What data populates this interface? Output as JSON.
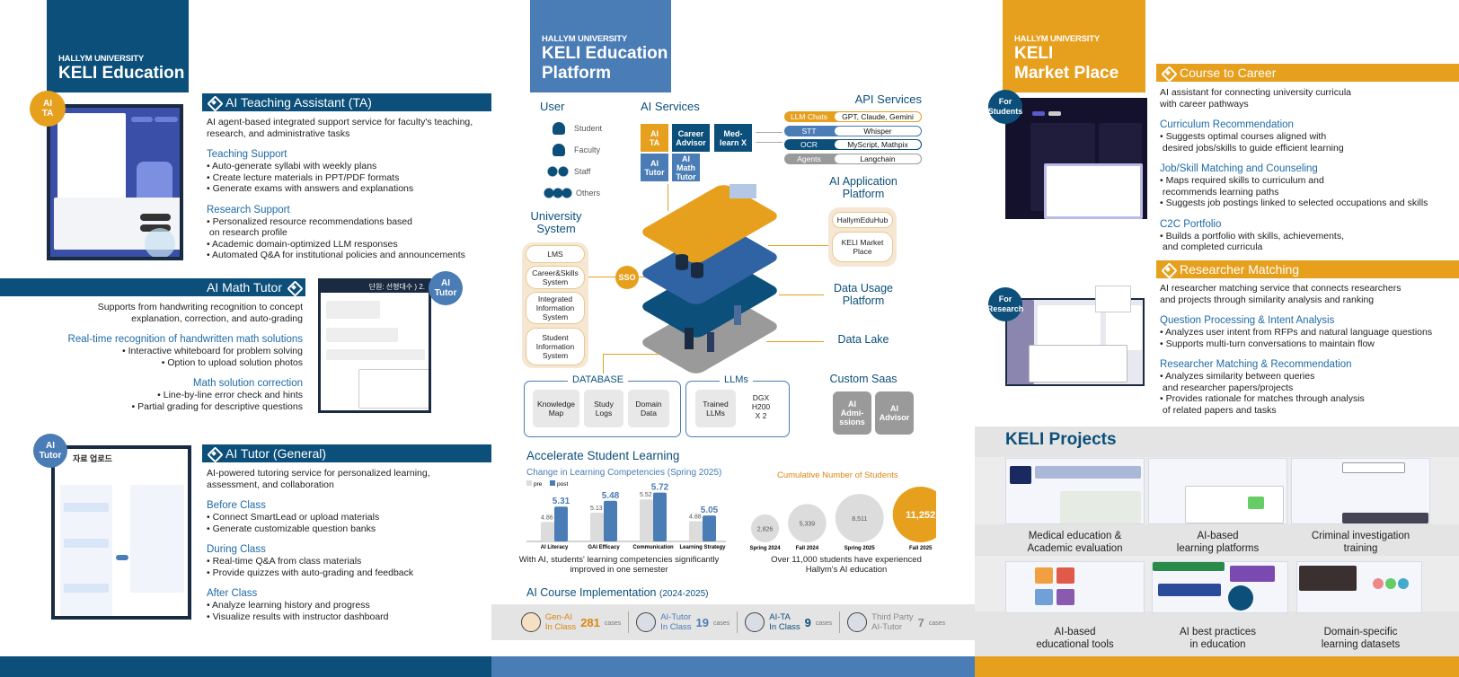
{
  "left": {
    "header": {
      "university": "HALLYM UNIVERSITY",
      "title": "KELI Education"
    },
    "ta": {
      "badge": "AI\nTA",
      "title": "AI Teaching Assistant (TA)",
      "desc": [
        "AI agent-based integrated support service for faculty's teaching,",
        "research, and administrative tasks"
      ],
      "groups": [
        {
          "heading": "Teaching Support",
          "items": [
            "Auto-generate syllabi with weekly plans",
            "Create lecture materials in PPT/PDF formats",
            "Generate exams with answers and explanations"
          ]
        },
        {
          "heading": "Research Support",
          "items": [
            "Personalized resource recommendations based\n on research profile",
            "Academic domain-optimized LLM responses",
            "Automated Q&A for institutional policies and announcements"
          ]
        }
      ]
    },
    "math": {
      "badge": "AI\nTutor",
      "title": "AI Math Tutor",
      "desc": [
        "Supports from handwriting recognition to concept",
        "explanation, correction, and auto-grading"
      ],
      "groups": [
        {
          "heading": "Real-time recognition of handwritten math solutions",
          "items": [
            "Interactive whiteboard for problem solving",
            "Option to upload solution photos"
          ]
        },
        {
          "heading": "Math solution correction",
          "items": [
            "Line-by-line error check and hints",
            "Partial grading for descriptive questions"
          ]
        }
      ],
      "screenshot_title": "단원: 선형대수 ) 2."
    },
    "tutor": {
      "badge": "AI\nTutor",
      "title": "AI Tutor (General)",
      "desc": [
        "AI-powered tutoring service for personalized learning,",
        "assessment, and collaboration"
      ],
      "groups": [
        {
          "heading": "Before Class",
          "items": [
            "Connect SmartLead or upload materials",
            "Generate customizable question banks"
          ]
        },
        {
          "heading": "During Class",
          "items": [
            "Real-time Q&A from class materials",
            "Provide quizzes with auto-grading and feedback"
          ]
        },
        {
          "heading": "After Class",
          "items": [
            "Analyze learning history and progress",
            "Visualize results with instructor dashboard"
          ]
        }
      ],
      "screenshot_title": "자료 업로드"
    }
  },
  "middle": {
    "header": {
      "university": "HALLYM UNIVERSITY",
      "title_line1": "KELI Education",
      "title_line2": "Platform"
    },
    "user": {
      "title": "User",
      "items": [
        "Student",
        "Faculty",
        "Staff",
        "Others"
      ]
    },
    "ai_services": {
      "title": "AI Services",
      "items": [
        "AI\nTA",
        "Career\nAdvisor",
        "Med-\nlearn X",
        "AI\nTutor",
        "AI\nMath\nTutor"
      ]
    },
    "api_services": {
      "title": "API Services",
      "rows": [
        {
          "key": "LLM Chats",
          "value": "GPT, Claude, Gemini",
          "color": "#e6a01e"
        },
        {
          "key": "STT",
          "value": "Whisper",
          "color": "#4a7cb5"
        },
        {
          "key": "OCR",
          "value": "MyScript, Mathpix",
          "color": "#0b4f7a"
        },
        {
          "key": "Agents",
          "value": "Langchain",
          "color": "#9a9a9a"
        }
      ]
    },
    "university_system": {
      "title": "University\nSystem",
      "items": [
        "LMS",
        "Career&Skills\nSystem",
        "Integrated\nInformation\nSystem",
        "Student\nInformation\nSystem"
      ],
      "sso": "SSO"
    },
    "app_platform": {
      "title": "AI Application\nPlatform",
      "items": [
        "HallymEduHub",
        "KELI Market\nPlace"
      ]
    },
    "data_usage": "Data Usage\nPlatform",
    "data_lake": "Data Lake",
    "database": {
      "title": "DATABASE",
      "items": [
        "Knowledge\nMap",
        "Study\nLogs",
        "Domain\nData"
      ]
    },
    "llms": {
      "title": "LLMs",
      "items": [
        "Trained\nLLMs"
      ],
      "hardware": "DGX\nH200\nX 2"
    },
    "custom_saas": {
      "title": "Custom Saas",
      "items": [
        "AI\nAdmi-\nssions",
        "AI\nAdvisor"
      ]
    },
    "accelerate": {
      "title": "Accelerate Student Learning",
      "caption": "With AI, students' learning competencies significantly\nimproved in one semester"
    },
    "cumulative": {
      "caption": "Over 11,000 students have experienced\nHallym's AI education"
    },
    "course_impl": {
      "title": "AI Course Implementation",
      "years": "(2024-2025)",
      "items": [
        {
          "line1": "Gen-AI",
          "line2": "In Class",
          "count": "281",
          "unit": "cases",
          "color": "#d9860f",
          "icon": "cloud-ai-icon"
        },
        {
          "line1": "AI-Tutor",
          "line2": "In Class",
          "count": "19",
          "unit": "cases",
          "color": "#4a7cb5",
          "icon": "robot-tablet-icon"
        },
        {
          "line1": "AI-TA",
          "line2": "In Class",
          "count": "9",
          "unit": "cases",
          "color": "#0b4f7a",
          "icon": "robot-chat-icon"
        },
        {
          "line1": "Third Party",
          "line2": "AI-Tutor",
          "count": "7",
          "unit": "cases",
          "color": "#8a8a8a",
          "icon": "network-people-icon"
        }
      ]
    }
  },
  "right": {
    "header": {
      "university": "HALLYM UNIVERSITY",
      "title_line1": "KELI",
      "title_line2": "Market Place"
    },
    "c2c": {
      "badge": "For\nStudents",
      "title": "Course to Career",
      "desc": [
        "AI assistant for connecting university curricula",
        "with career pathways"
      ],
      "groups": [
        {
          "heading": "Curriculum Recommendation",
          "items": [
            "Suggests optimal courses aligned with\n desired jobs/skills to guide efficient learning"
          ]
        },
        {
          "heading": "Job/Skill Matching and Counseling",
          "items": [
            "Maps required skills to curriculum and\n recommends learning paths",
            "Suggests job postings linked to selected occupations and skills"
          ]
        },
        {
          "heading": "C2C Portfolio",
          "items": [
            "Builds a portfolio with skills, achievements,\n and completed curricula"
          ]
        }
      ]
    },
    "researcher": {
      "badge": "For\nResearch",
      "title": "Researcher Matching",
      "desc": [
        "AI researcher matching service that connects researchers",
        "and projects through similarity analysis and ranking"
      ],
      "groups": [
        {
          "heading": "Question Processing & Intent Analysis",
          "items": [
            "Analyzes user intent from RFPs and natural language questions",
            "Supports multi-turn conversations to maintain flow"
          ]
        },
        {
          "heading": "Researcher Matching & Recommendation",
          "items": [
            "Analyzes similarity between queries\n and researcher papers/projects",
            "Provides rationale for matches through analysis\n of related papers and tasks"
          ]
        }
      ]
    },
    "projects": {
      "title": "KELI Projects",
      "items": [
        "Medical education &\nAcademic evaluation",
        "AI-based\nlearning platforms",
        "Criminal investigation\ntraining",
        "AI-based\neducational tools",
        "AI best practices\nin education",
        "Domain-specific\nlearning datasets"
      ]
    }
  },
  "colors": {
    "navy": "#0b4f7a",
    "mid_blue": "#4a7cb5",
    "orange": "#e6a01e",
    "grey": "#e4e4e4"
  },
  "chart_data": [
    {
      "type": "bar",
      "title": "Change in Learning Competencies (Spring 2025)",
      "categories": [
        "AI Literacy",
        "GAI Efficacy",
        "Communication",
        "Learning Strategy"
      ],
      "series": [
        {
          "name": "pre",
          "values": [
            4.86,
            5.13,
            5.52,
            4.88
          ],
          "color": "#dcdcdc"
        },
        {
          "name": "post",
          "values": [
            5.31,
            5.48,
            5.72,
            5.05
          ],
          "color": "#4a7cb5"
        }
      ],
      "ylim": [
        4.5,
        6.0
      ],
      "legend": "top-left",
      "grid": false
    },
    {
      "type": "scatter",
      "title": "Cumulative Number of Students",
      "categories": [
        "Spring 2024",
        "Fall 2024",
        "Spring 2025",
        "Fall 2025"
      ],
      "values": [
        2826,
        5339,
        8511,
        11252
      ],
      "labels": [
        "2,826",
        "5,339",
        "8,511",
        "11,252"
      ],
      "highlight": "Fall 2025"
    }
  ]
}
